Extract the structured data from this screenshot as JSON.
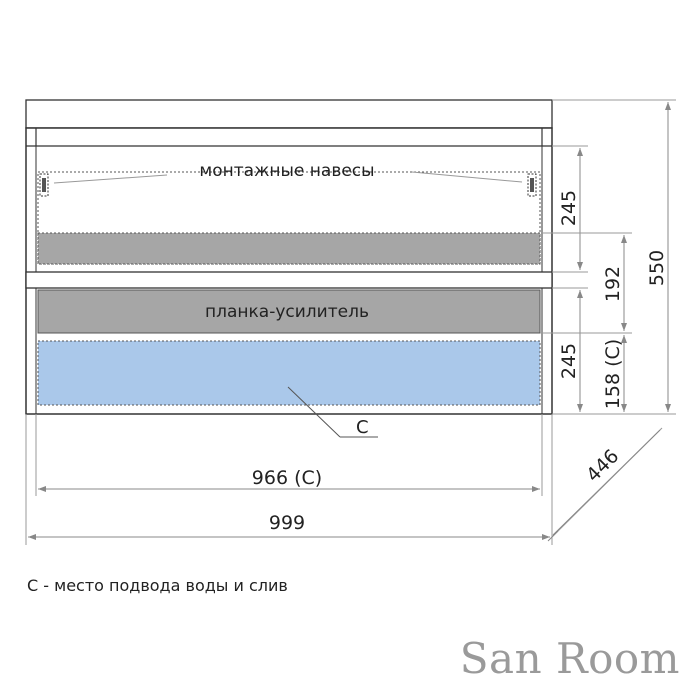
{
  "labels": {
    "hinges": "монтажные навесы",
    "rail": "планка-усилитель",
    "c_marker": "С"
  },
  "dimensions": {
    "inner_width": "966 (С)",
    "total_width": "999",
    "depth": "446",
    "total_height": "550",
    "top_drawer": "245",
    "middle": "192",
    "bottom_drawer": "245",
    "bottom_c": "158 (С)"
  },
  "legend": "С - место подвода воды и слив",
  "brand": "San Room",
  "colors": {
    "line": "#333333",
    "dim": "#888888",
    "gray_panel": "#a6a6a6",
    "blue_zone": "#aac8ea"
  }
}
